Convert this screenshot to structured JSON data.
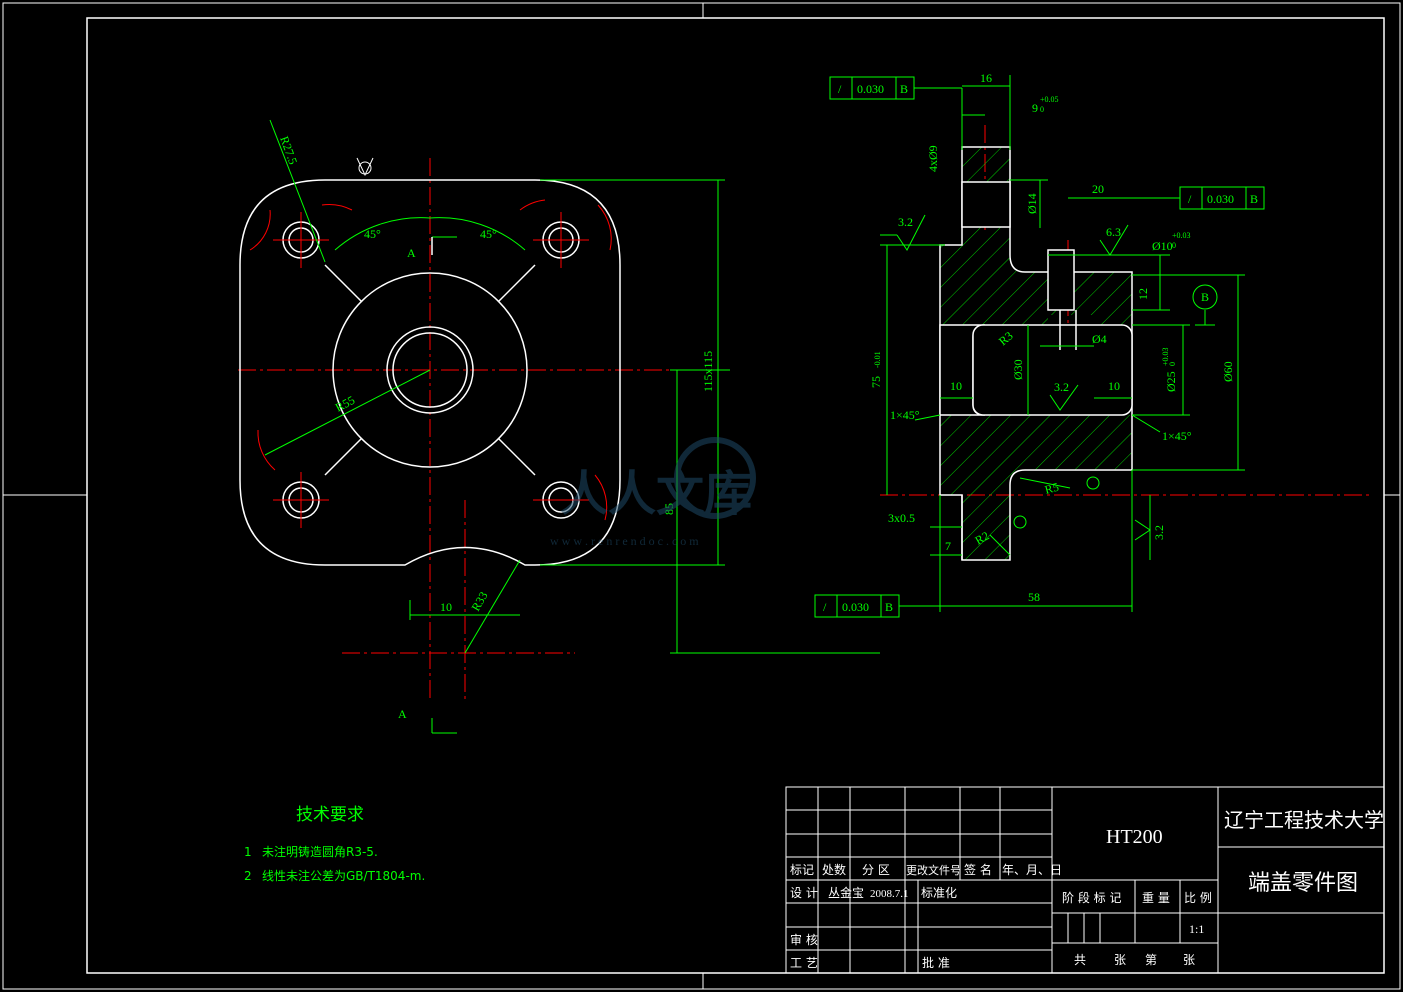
{
  "watermark": {
    "main": "人人文库",
    "url": "w w w . r e n r e n d o c . c o m"
  },
  "front_view": {
    "r_corner": "R27.5",
    "angle_left": "45°",
    "angle_right": "45°",
    "section_mark": "A",
    "r_circle": "R55",
    "dim_width": "10",
    "r_slot": "R33",
    "dim_115": "115x115",
    "dim_85": "85",
    "section_mark_bottom": "A"
  },
  "side_view": {
    "tol_frame_top": {
      "value": "0.030",
      "datum": "B"
    },
    "tol_frame_right": {
      "value": "0.030",
      "datum": "B"
    },
    "tol_frame_bottom": {
      "value": "0.030",
      "datum": "B"
    },
    "dim_16": "16",
    "dim_9": "9",
    "dim_9_tol_upper": "+0.05",
    "dim_9_tol_lower": "0",
    "dim_4x9": "4xØ9",
    "dim_14": "Ø14",
    "dim_20": "20",
    "rough_63": "6.3",
    "dim_10h": "Ø10",
    "dim_10h_tol_upper": "+0.03",
    "dim_10h_tol_lower": "0",
    "rough_32_top": "3.2",
    "dim_12": "12",
    "datum_b": "B",
    "r3": "R3",
    "dim_phi4": "Ø4",
    "dim_75": "75",
    "dim_75_tol": "-0.01",
    "dim_10_left": "10",
    "dim_phi30": "Ø30",
    "rough_32_mid": "3.2",
    "dim_10_right": "10",
    "dim_phi25": "Ø25",
    "dim_phi25_tol_upper": "+0.03",
    "dim_phi25_tol_lower": "0",
    "dim_phi60": "Ø60",
    "chamfer_left": "1×45°",
    "chamfer_right": "1×45°",
    "r5": "R5",
    "rough_32_right": "3.2",
    "dim_3x05": "3x0.5",
    "dim_7": "7",
    "r2": "R2",
    "dim_58": "58"
  },
  "tech_requirements": {
    "title": "技术要求",
    "items": [
      {
        "num": "1",
        "text": "未注明铸造圆角R3-5."
      },
      {
        "num": "2",
        "text": "线性未注公差为GB/T1804-m."
      }
    ]
  },
  "title_block": {
    "material": "HT200",
    "school": "辽宁工程技术大学",
    "drawing_name": "端盖零件图",
    "headers": [
      "标记",
      "处数",
      "分 区",
      "更改文件号",
      "签 名",
      "年、月、日"
    ],
    "design_label": "设 计",
    "designer": "丛金宝",
    "design_date": "2008.7.1",
    "standardization": "标准化",
    "review_label": "审 核",
    "process_label": "工 艺",
    "approve_label": "批 准",
    "stage_label": "阶 段 标 记",
    "weight_label": "重 量",
    "scale_label": "比 例",
    "scale": "1:1",
    "total_label": "共",
    "sheets_label": "张",
    "sheet_no_label": "第",
    "sheet_label2": "张"
  },
  "colors": {
    "line": "#ffffff",
    "dim": "#00ff00",
    "center": "#ff0000",
    "text_white": "#ffffff"
  }
}
